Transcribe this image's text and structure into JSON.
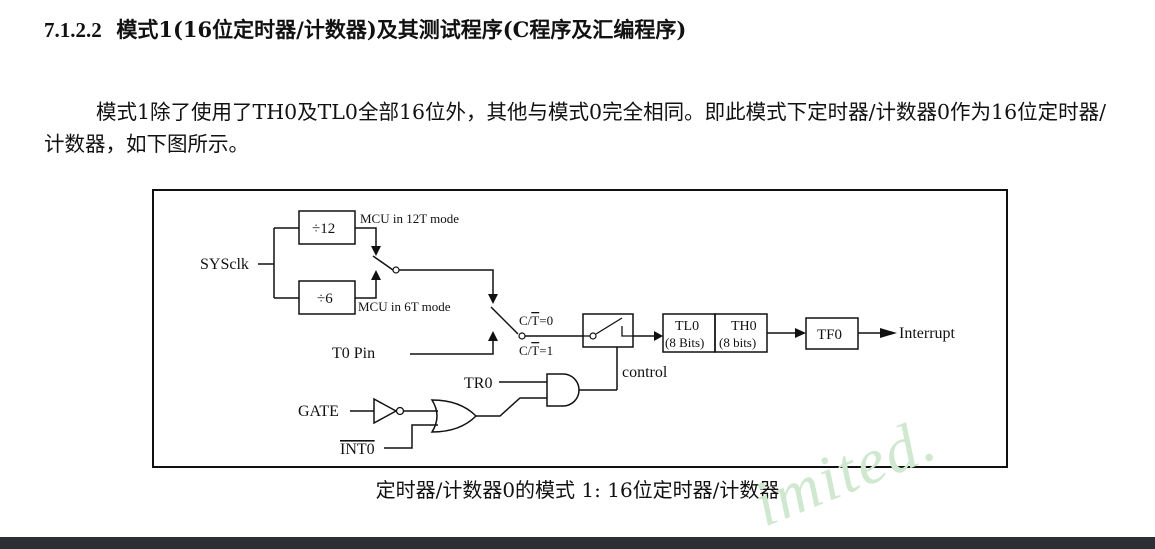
{
  "section": {
    "number": "7.1.2.2",
    "title": "模式1(16位定时器/计数器)及其测试程序(C程序及汇编程序)"
  },
  "paragraph": "模式1除了使用了TH0及TL0全部16位外，其他与模式0完全相同。即此模式下定时器/计数器0作为16位定时器/计数器，如下图所示。",
  "diagram": {
    "sysclk": "SYSclk",
    "div12": "÷12",
    "div6": "÷6",
    "mcu12": "MCU in 12T mode",
    "mcu6": "MCU in 6T mode",
    "ct0_prefix": "C/",
    "ct0_bar": "T",
    "ct0_suffix": "=0",
    "ct1_prefix": "C/",
    "ct1_bar": "T",
    "ct1_suffix": "=1",
    "t0pin": "T0 Pin",
    "tl0": "TL0",
    "tl0_bits": "(8 Bits)",
    "th0": "TH0",
    "th0_bits": "(8 bits)",
    "tf0": "TF0",
    "interrupt": "Interrupt",
    "control": "control",
    "tr0": "TR0",
    "gate": "GATE",
    "int0": "INT0"
  },
  "caption": "定时器/计数器0的模式 1: 16位定时器/计数器",
  "watermark": "imited.",
  "colors": {
    "watermark": "#cfe8cf",
    "bottom_bar": "#2c2f35"
  }
}
